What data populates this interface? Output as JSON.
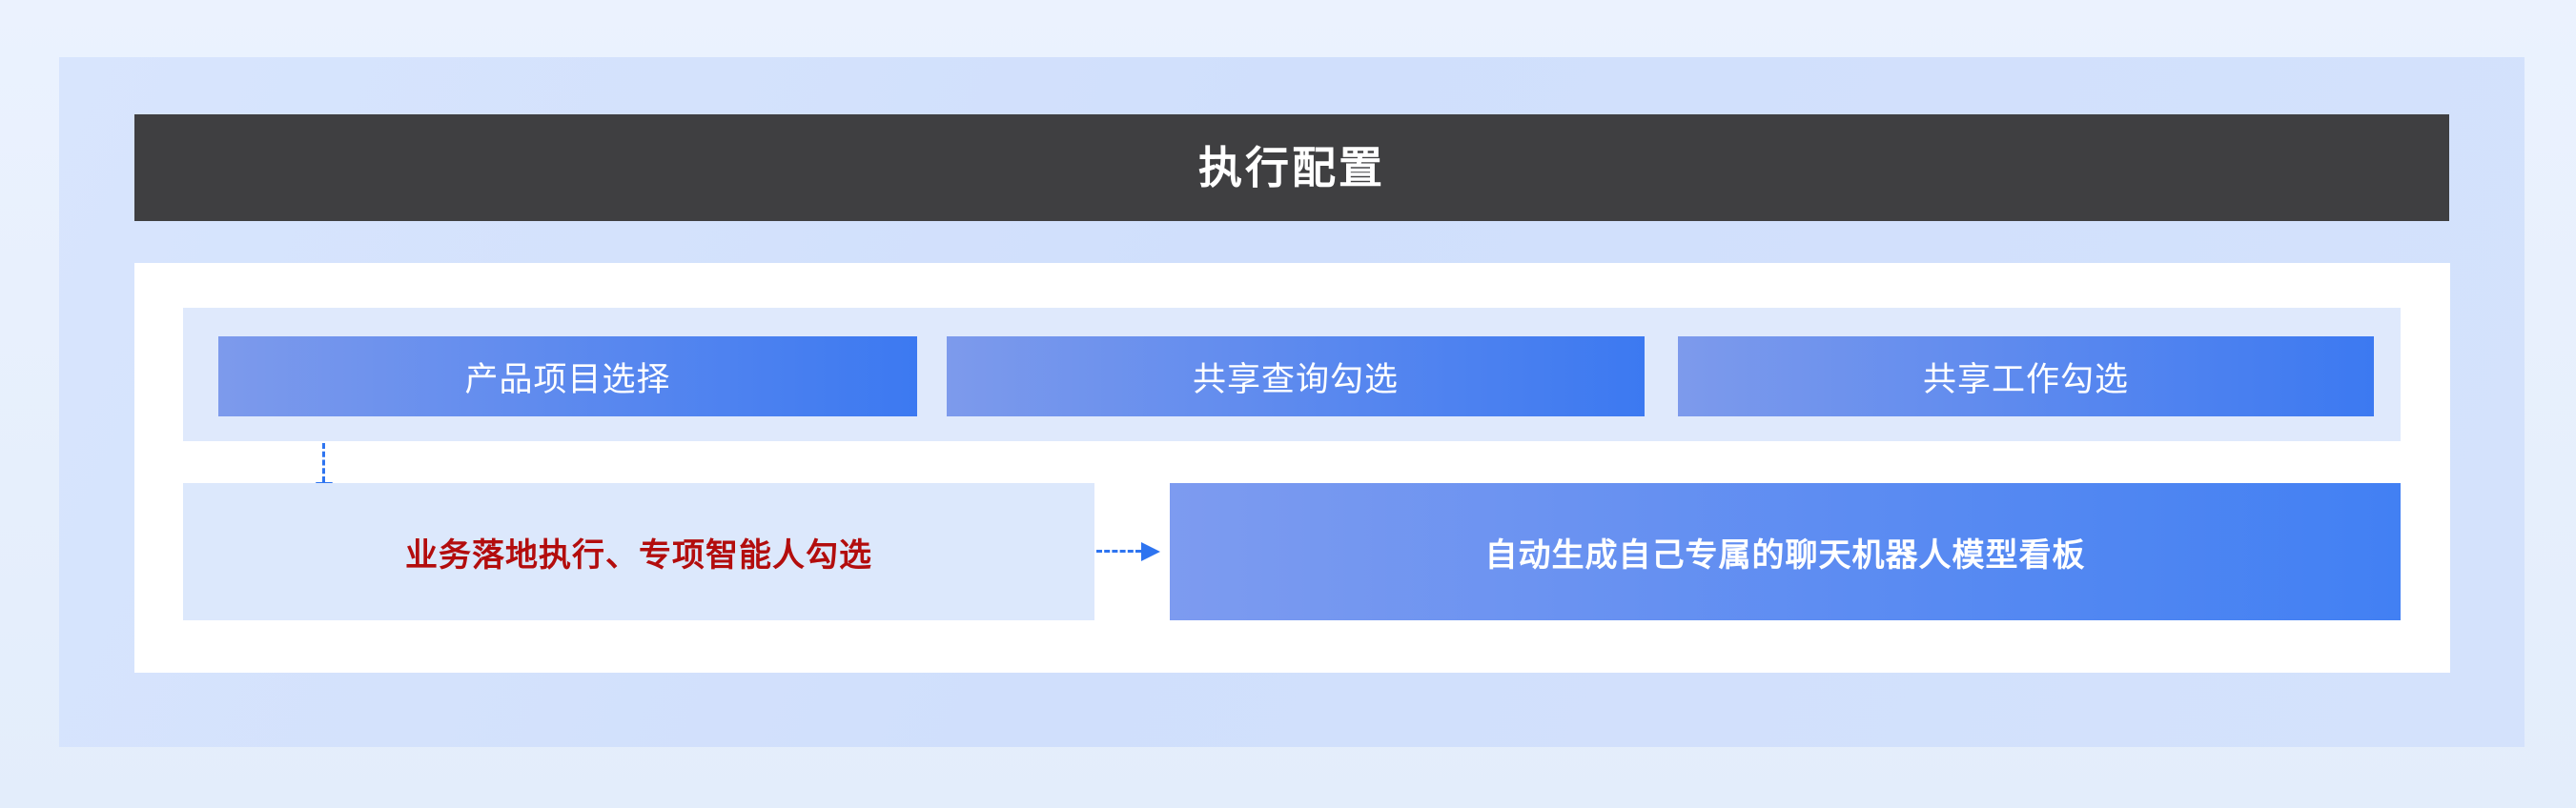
{
  "colors": {
    "page-bg-top": "#ebf2fe",
    "page-bg-bottom": "#e3edfb",
    "panel-bg": "#d0dffc",
    "panel-bg-light": "#d8e5fd",
    "panel-bg-light2": "#d4e2fc",
    "header-bg": "#3f3f41",
    "header-text": "#ffffff",
    "canvas-bg": "#ffffff",
    "strip-bg": "#dfe9fc",
    "leftbox-bg": "#dce8fc",
    "leftbox-text": "#b30d0d",
    "node-grad-start": "#7d9aec",
    "node-grad-end": "#3c79f1",
    "result-grad-start": "#7d9bf0",
    "result-grad-end": "#4280f3",
    "node-text": "#ffffff",
    "arrow": "#2e74f0"
  },
  "header": {
    "title": "执行配置"
  },
  "top_row": {
    "buttons": [
      {
        "label": "产品项目选择"
      },
      {
        "label": "共享查询勾选"
      },
      {
        "label": "共享工作勾选"
      }
    ]
  },
  "bottom_row": {
    "left_box": {
      "label": "业务落地执行、专项智能人勾选"
    },
    "right_box": {
      "label": "自动生成自己专属的聊天机器人模型看板"
    }
  }
}
